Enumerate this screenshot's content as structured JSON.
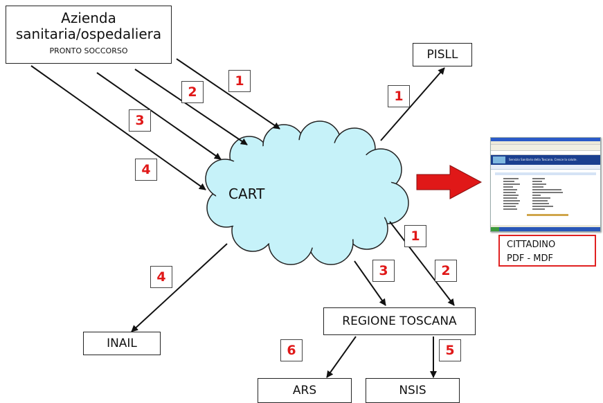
{
  "source": {
    "line1": "Azienda",
    "line2": "sanitaria/ospedaliera",
    "line3": "PRONTO SOCCORSO"
  },
  "cloud_label": "CART",
  "boxes": {
    "pisll": "PISLL",
    "inail": "INAIL",
    "regione": "REGIONE TOSCANA",
    "ars": "ARS",
    "nsis": "NSIS"
  },
  "cittadino": {
    "line1": "CITTADINO",
    "line2": "PDF - MDF"
  },
  "labels": {
    "in1": "1",
    "in2": "2",
    "in3": "3",
    "in4": "4",
    "pisll": "1",
    "inail": "4",
    "reg1": "1",
    "reg2": "2",
    "reg3": "3",
    "nsis": "5",
    "ars": "6"
  },
  "screenshot_banner": "Servizio Sanitario della Toscana. Cresce la salute.",
  "colors": {
    "cloud_fill": "#c6f2f9",
    "number_text": "#e01818",
    "big_arrow": "#e01818",
    "cittadino_border": "#e02020"
  }
}
